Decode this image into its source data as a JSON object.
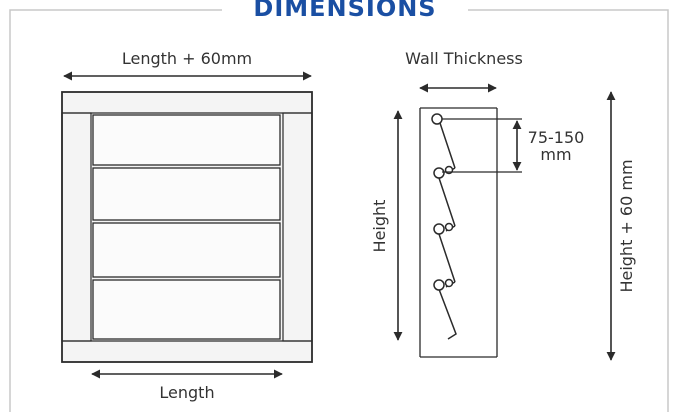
{
  "title": "DIMENSIONS",
  "labels": {
    "length_plus": "Length + 60mm",
    "length": "Length",
    "wall_thickness": "Wall Thickness",
    "height": "Height",
    "height_plus": "Height + 60 mm",
    "spacing_value": "75-150",
    "spacing_unit": "mm"
  },
  "colors": {
    "title": "#1a4fa3",
    "line": "#2b2b2b",
    "frame_fill": "#f4f4f4",
    "border": "#c8c8c8"
  }
}
